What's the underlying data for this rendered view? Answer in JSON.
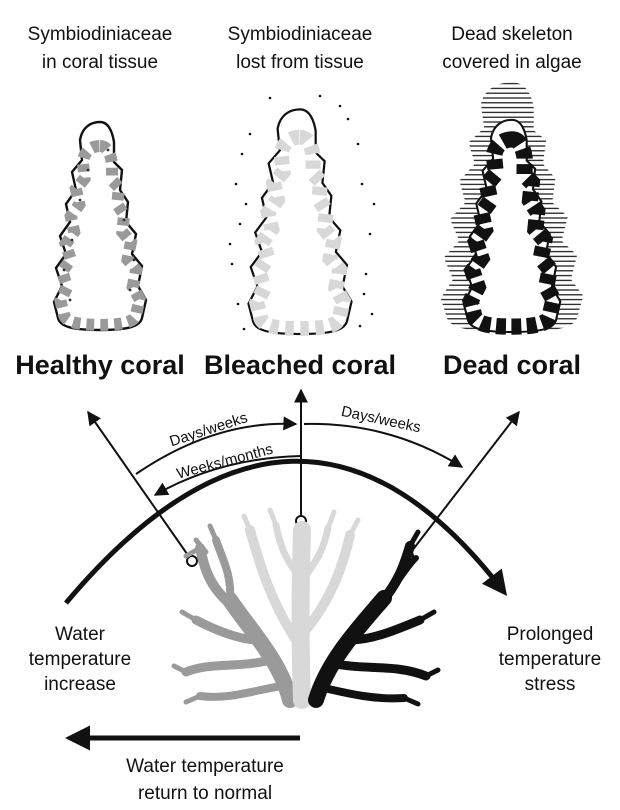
{
  "panels": [
    {
      "caption_line1": "Symbiodiniaceae",
      "caption_line2": "in coral tissue",
      "title": "Healthy coral"
    },
    {
      "caption_line1": "Symbiodiniaceae",
      "caption_line2": "lost from tissue",
      "title": "Bleached coral"
    },
    {
      "caption_line1": "Dead skeleton",
      "caption_line2": "covered in algae",
      "title": "Dead coral"
    }
  ],
  "transitions": {
    "healthy_to_bleached": "Days/weeks",
    "bleached_to_healthy": "Weeks/months",
    "bleached_to_dead": "Days/weeks"
  },
  "side_labels": {
    "left_line1": "Water",
    "left_line2": "temperature",
    "left_line3": "increase",
    "right_line1": "Prolonged",
    "right_line2": "temperature",
    "right_line3": "stress"
  },
  "bottom_label": {
    "line1": "Water temperature",
    "line2": "return to normal"
  },
  "colors": {
    "healthy": "#9a9a9a",
    "bleached": "#d8d8d8",
    "dead": "#111111"
  }
}
